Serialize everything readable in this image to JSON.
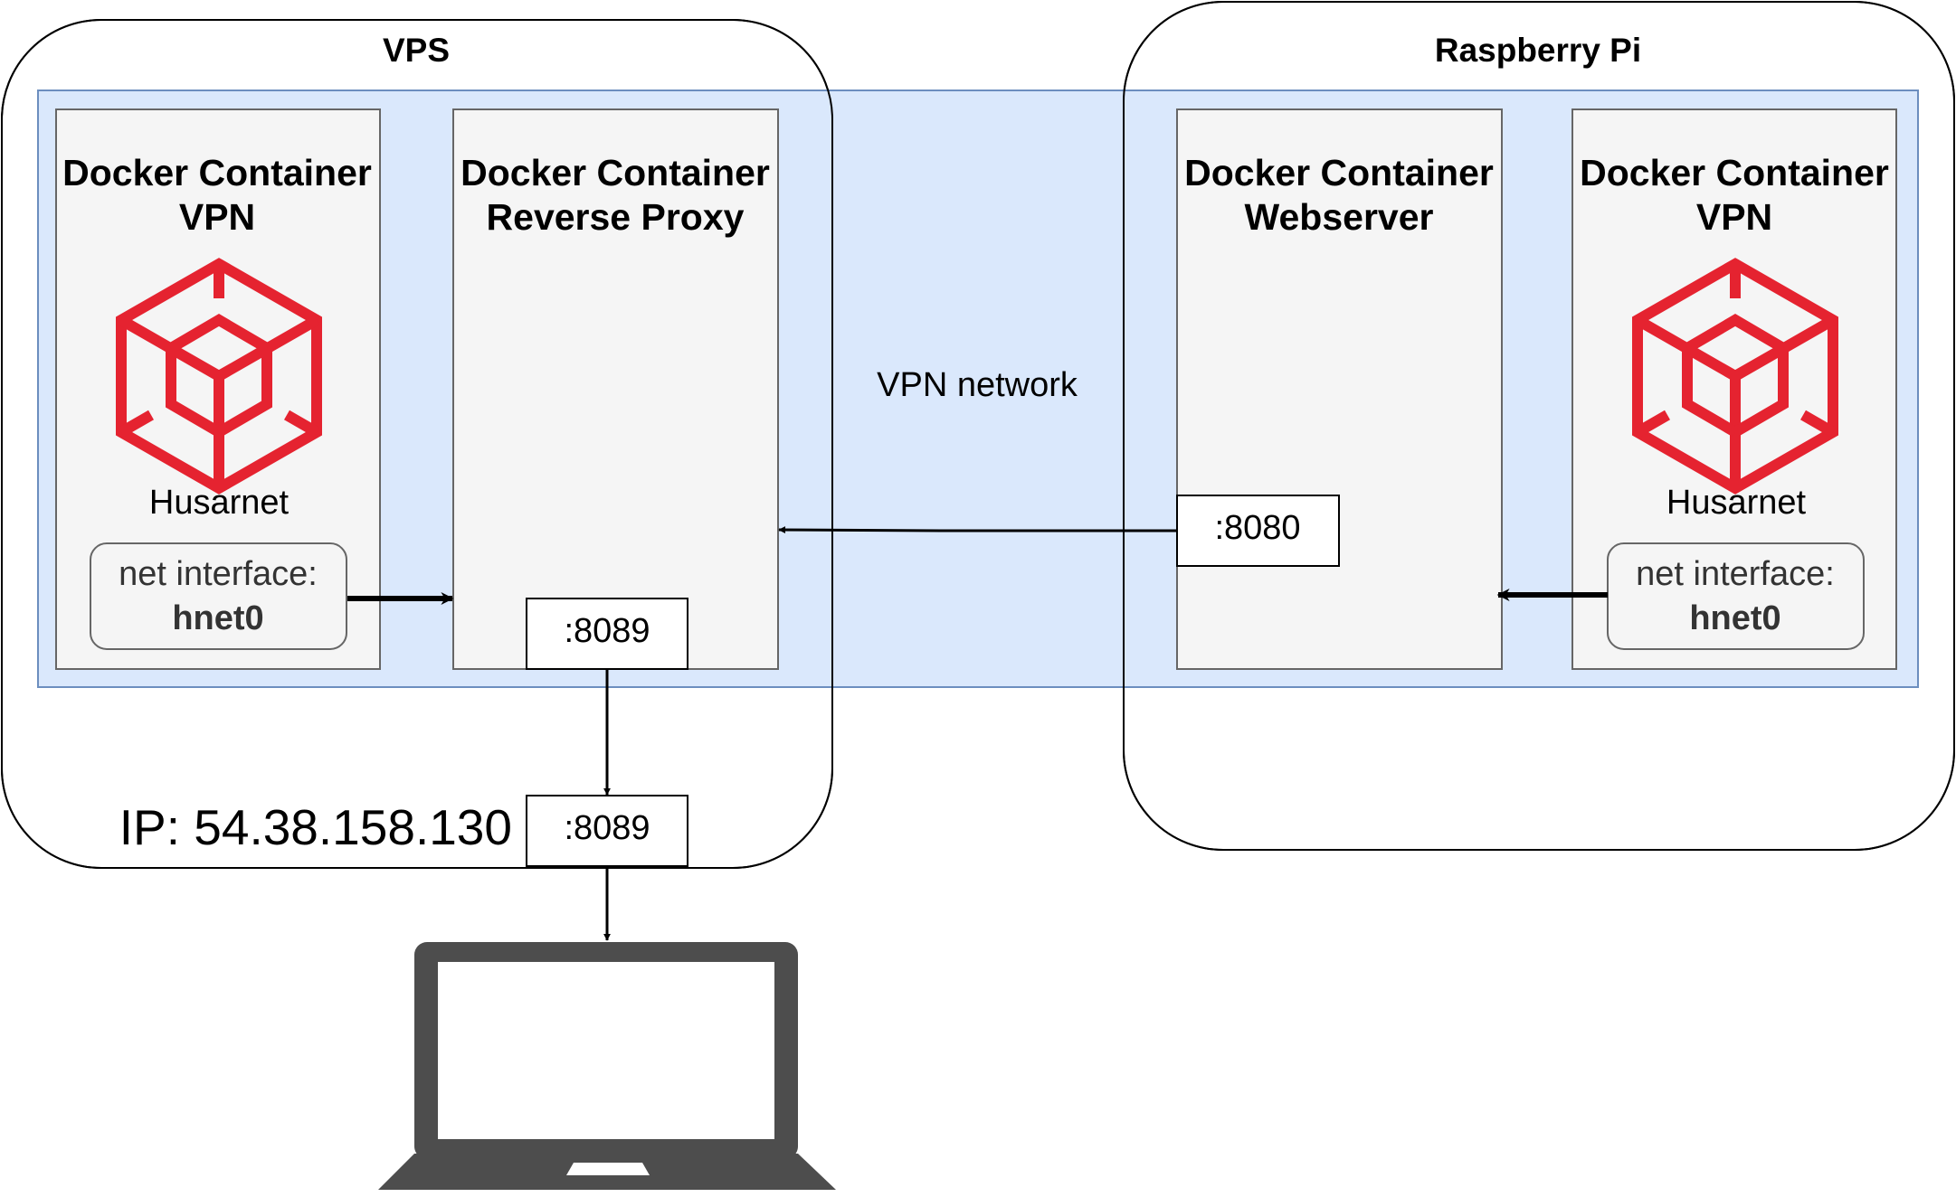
{
  "hosts": {
    "vps": {
      "title": "VPS"
    },
    "pi": {
      "title": "Raspberry Pi"
    }
  },
  "network": {
    "label": "VPN network"
  },
  "containers": {
    "vps_vpn": {
      "line1": "Docker Container",
      "line2": "VPN",
      "logo_label": "Husarnet",
      "iface_label": "net interface:",
      "iface_name": "hnet0"
    },
    "proxy": {
      "line1": "Docker Container",
      "line2": "Reverse Proxy",
      "port": ":8089"
    },
    "web": {
      "line1": "Docker Container",
      "line2": "Webserver",
      "port": ":8080"
    },
    "pi_vpn": {
      "line1": "Docker Container",
      "line2": "VPN",
      "logo_label": "Husarnet",
      "iface_label": "net interface:",
      "iface_name": "hnet0"
    }
  },
  "public": {
    "ip": "IP: 54.38.158.130",
    "port": ":8089"
  },
  "icons": {
    "logo": "husarnet-logo-icon",
    "client": "laptop-icon"
  },
  "colors": {
    "network_fill": "#dae8fc",
    "network_stroke": "#6c8ebf",
    "container_fill": "#f5f5f5",
    "logo": "#e52330",
    "laptop": "#4d4d4d"
  }
}
